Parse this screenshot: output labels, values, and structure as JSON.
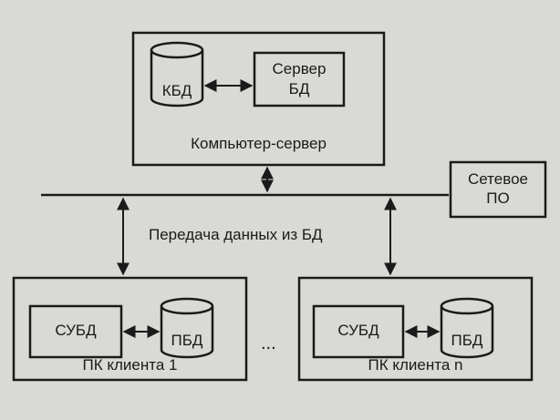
{
  "diagram": {
    "server": {
      "db_label": "КБД",
      "db_server_label_line1": "Сервер",
      "db_server_label_line2": "БД",
      "title": "Компьютер-сервер"
    },
    "network_software": {
      "line1": "Сетевое",
      "line2": "ПО"
    },
    "transfer_label": "Передача данных из БД",
    "client1": {
      "dbms_label": "СУБД",
      "db_label": "ПБД",
      "title": "ПК клиента 1"
    },
    "ellipsis": "...",
    "clientn": {
      "dbms_label": "СУБД",
      "db_label": "ПБД",
      "title": "ПК клиента n"
    }
  }
}
